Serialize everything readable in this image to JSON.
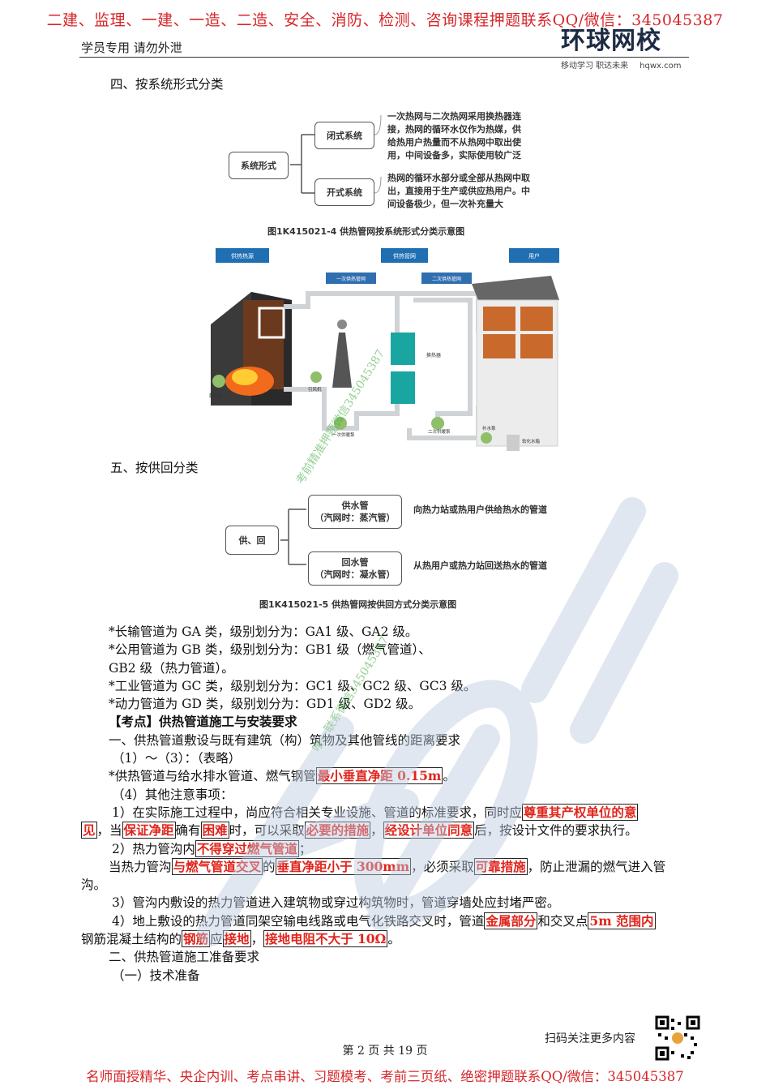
{
  "header": {
    "top_banner": "二建、监理、一建、一造、二造、安全、消防、检测、咨询课程押题联系QQ/微信：345045387",
    "student_note": "学员专用  请勿外泄",
    "logo_brand": "环球网校",
    "logo_slogan": "移动学习 职达未来",
    "logo_url": "hqwx.com"
  },
  "section4": {
    "heading": "四、按系统形式分类",
    "root": "系统形式",
    "closed_label": "闭式系统",
    "closed_desc": [
      "一次热网与二次热网采用换热器连",
      "接，热网的循环水仅作为热媒，供",
      "给热用户热量而不从热网中取出使",
      "用，中间设备多，实际使用较广泛"
    ],
    "open_label": "开式系统",
    "open_desc": [
      "热网的循环水部分或全部从热网中取",
      "出，直接用于生产或供应热用户。中",
      "间设备极少，但一次补充量大"
    ],
    "caption": "图1K415021-4   供热管网按系统形式分类示意图"
  },
  "schematic": {
    "label_source": "供热热源",
    "label_network": "供热管网",
    "label_user": "用户",
    "label_primary": "一次供热管网",
    "label_secondary": "二次供热管网",
    "label_exchanger": "换热器",
    "label_primary_pump": "一次供暖泵",
    "label_secondary_pump": "二次供暖泵",
    "label_makeup_pump": "补水泵",
    "label_water_treat": "软化水箱",
    "label_blower": "鼓风机",
    "label_fan": "引风机"
  },
  "section5": {
    "heading": "五、按供回分类",
    "root": "供、回",
    "supply_label": [
      "供水管",
      "（汽网时：蒸汽管）"
    ],
    "supply_desc": "向热力站或热用户供给热水的管道",
    "return_label": [
      "回水管",
      "（汽网时：凝水管）"
    ],
    "return_desc": "从热用户或热力站回送热水的管道",
    "caption": "图1K415021-5   供热管网按供回方式分类示意图"
  },
  "body": {
    "l1": "*长输管道为 GA 类，级别划分为：GA1 级、GA2 级。",
    "l2": "*公用管道为 GB 类，级别划分为：GB1 级（燃气管道）、",
    "l3": "GB2 级（热力管道）。",
    "l4": "*工业管道为 GC 类，级别划分为：GC1 级、GC2 级、GC3 级。",
    "l5": "*动力管道为 GD 类，级别划分为：GD1 级、GD2 级。",
    "kaodian": "【考点】供热管道施工与安装要求",
    "l7": "一、供热管道敷设与既有建筑（构）筑物及其他管线的距离要求",
    "l8": "（1）～（3）：（表略）",
    "l9a": "*供热管道与给水排水管道、燃气钢管",
    "l9b": "最小垂直净距 0.15m",
    "l9c": "。",
    "l10": "（4）其他注意事项：",
    "l11a": "1）在实际施工过程中，尚应符合相关专业设施、管道的标准要求，同时应",
    "l11b": "尊重其产权单位的意",
    "l12a": "见",
    "l12b": "，当",
    "l12c": "保证净距",
    "l12d": "确有",
    "l12e": "困难",
    "l12f": "时，可以采取",
    "l12g": "必要的措施",
    "l12h": "，",
    "l12i": "经设计单位同意",
    "l12j": "后，按设计文件的要求执行。",
    "l13a": "2）热力管沟内",
    "l13b": "不得穿过燃气管道",
    "l13c": "；",
    "l14a": "当热力管沟",
    "l14b": "与燃气管道交叉",
    "l14c": "的",
    "l14d": "垂直净距小于 300mm",
    "l14e": "，必须采取",
    "l14f": "可靠措施",
    "l14g": "，防止泄漏的燃气进入管",
    "l15": "沟。",
    "l16": "3）管沟内敷设的热力管道进入建筑物或穿过构筑物时，管道穿墙处应封堵严密。",
    "l17a": "4）地上敷设的热力管道同架空输电线路或电气化铁路交叉时，管道",
    "l17b": "金属部分",
    "l17c": "和交叉点",
    "l17d": "5m 范围内",
    "l18a": "钢筋混凝土结构的",
    "l18b": "钢筋",
    "l18c": "应",
    "l18d": "接地",
    "l18e": "，",
    "l18f": "接地电阻不大于 10Ω",
    "l18g": "。",
    "l19": "二、供热管道施工准备要求",
    "l20": "（一）技术准备"
  },
  "footer": {
    "qr_note": "扫码关注更多内容",
    "page": "第 2 页 共 19 页",
    "bottom_banner": "名师面授精华、央企内训、考点串讲、习题模考、考前三页纸、绝密押题联系QQ/微信：345045387"
  },
  "watermark": {
    "text1": "考前精准押题微信345045387",
    "text2": "唯一联系微信345045387"
  },
  "colors": {
    "red": "#d6262a",
    "highlight": "#e0241b",
    "accent_blue": "#1f6fb2"
  }
}
